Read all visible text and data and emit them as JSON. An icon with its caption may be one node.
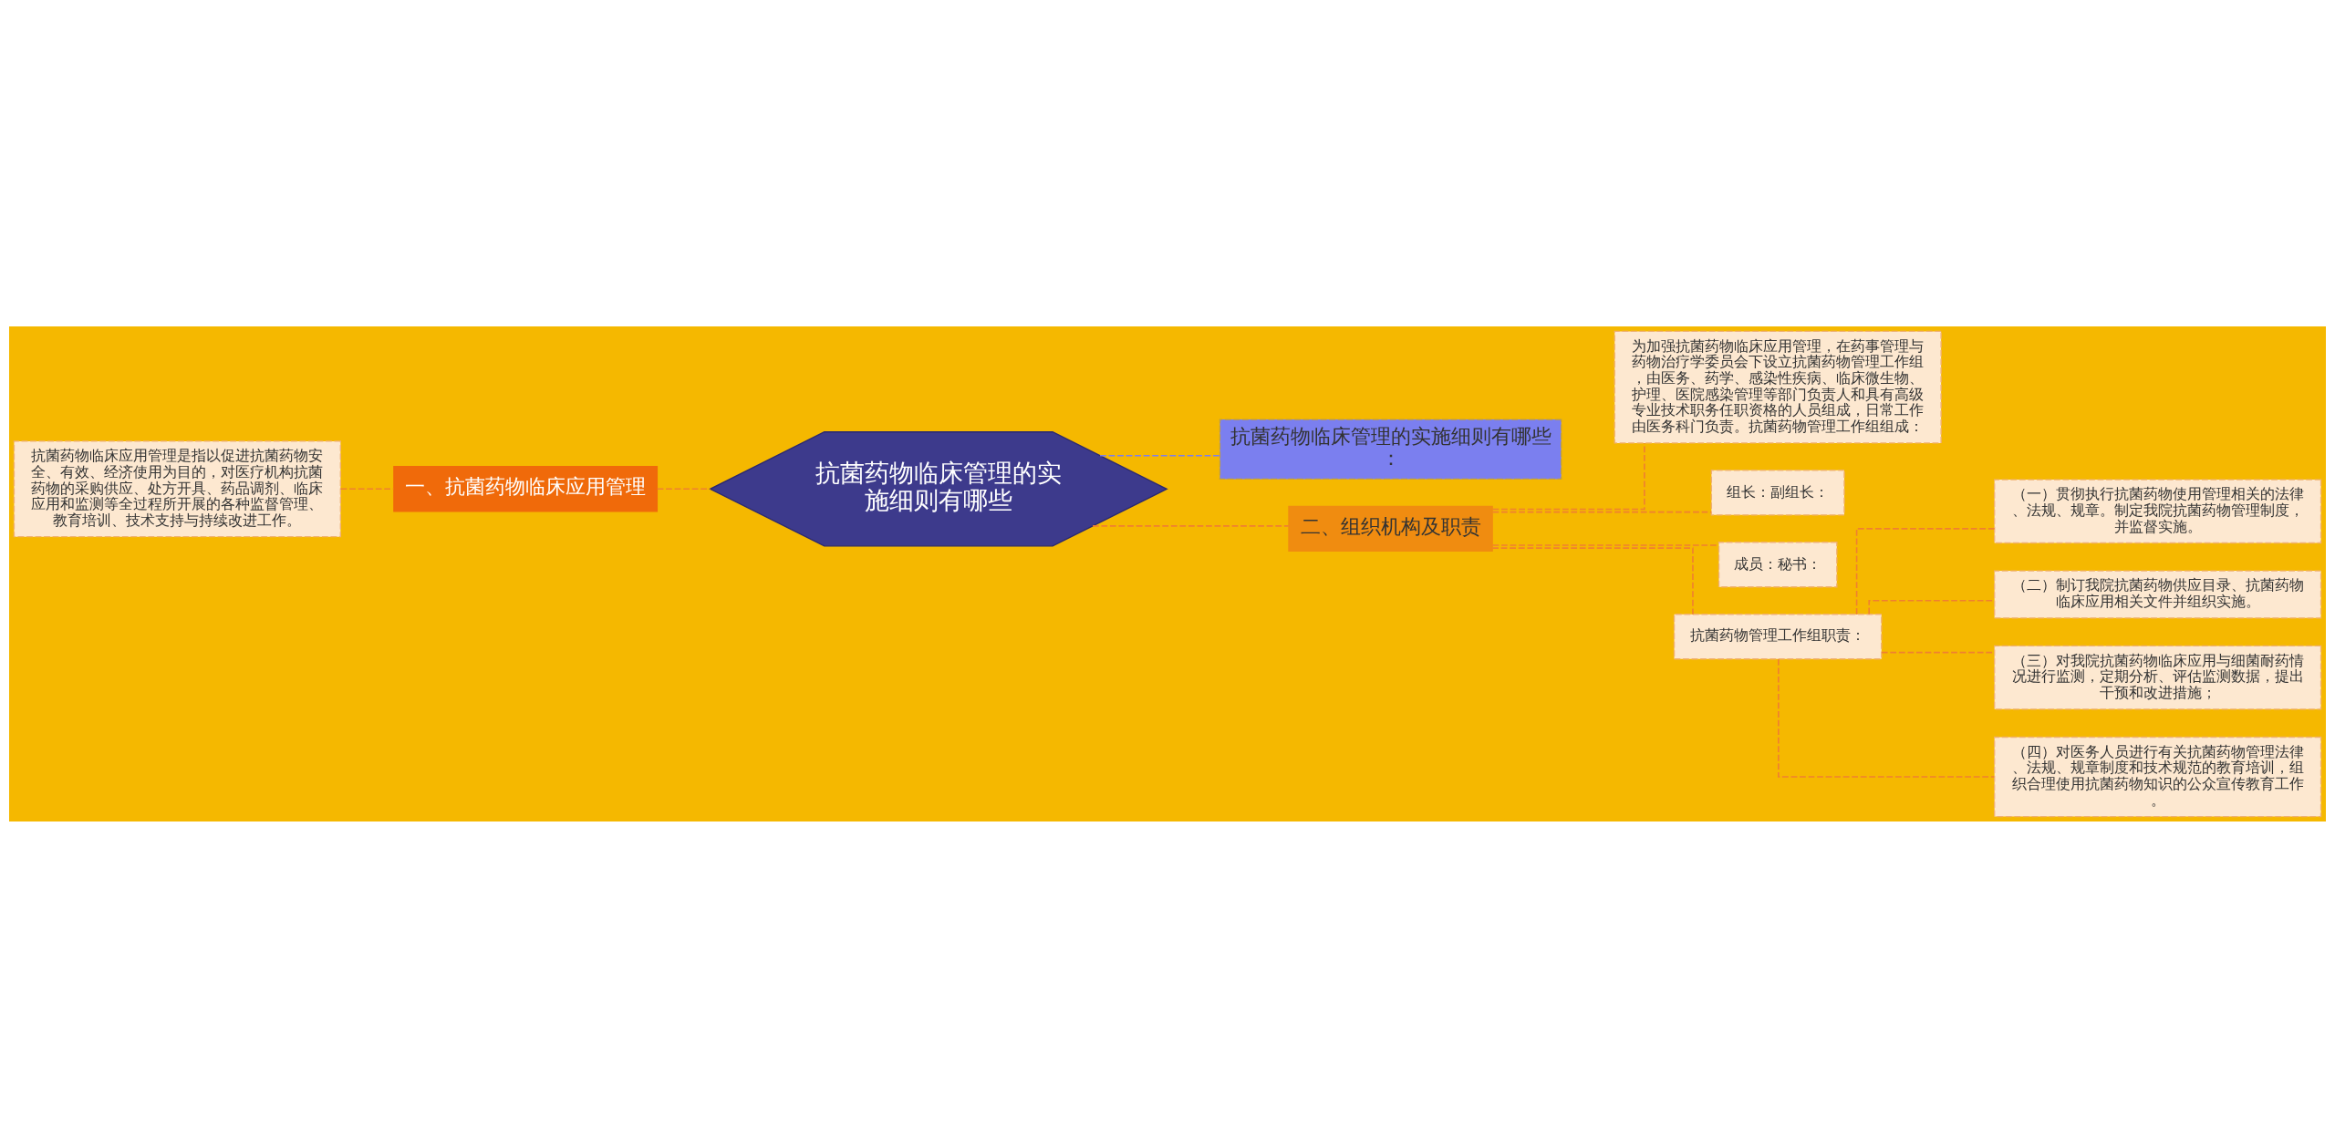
{
  "diagram": {
    "nodes": [
      {
        "text": [
          "抗菌药物临床管理的实施细则有哪些"
        ]
      },
      {
        "text": [
          "一、抗菌药物临床应用管理"
        ]
      },
      {
        "text": [
          "抗菌药物临床应用管理是指以促进抗菌药物安全、有效、经济使用为目的，对医疗机构抗菌药物的采购供应、处方开具、药品调剂、临床应用和监测等全过程所开展的各种监督管理、教育培训、技术支持与持续改进工作。"
        ]
      },
      {
        "text": [
          "抗菌药物临床管理的实施细则有哪些："
        ]
      },
      {
        "text": [
          "二、组织机构及职责"
        ]
      },
      {
        "text": [
          "为加强抗菌药物临床应用管理，在药事管理与药物治疗学委员会下设立抗菌药物管理工作组，由医务、药学、感染性疾病、临床微生物、护理、医院感染管理等部门负责人和具有高级专业技术职务任职资格的人员组成，日常工作由医务科门负责。抗菌药物管理工作组组成："
        ]
      },
      {
        "text": [
          "组长：副组长："
        ]
      },
      {
        "text": [
          "成员：秘书："
        ]
      },
      {
        "text": [
          "抗菌药物管理工作组职责："
        ]
      },
      {
        "text": [
          "（一）贯彻执行抗菌药物使用管理相关的法律、法规、规章。制定我院抗菌药物管理制度，并监督实施。"
        ]
      },
      {
        "text": [
          "（二）制订我院抗菌药物供应目录、抗菌药物临床应用相关文件并组织实施。"
        ]
      },
      {
        "text": [
          "（三）对我院抗菌药物临床应用与细菌耐药情况进行监测，定期分析、评估监测数据，提出干预和改进措施；"
        ]
      },
      {
        "text": [
          "（四）对医务人员进行有关抗菌药物管理法律、法规、规章制度和技术规范的教育培训，组织合理使用抗菌药物知识的公众宣传教育工作。"
        ]
      }
    ],
    "edges": [
      {
        "from": 0,
        "to": 1,
        "arrow": "none",
        "style": "dashed"
      },
      {
        "from": 1,
        "to": 2,
        "arrow": "none",
        "style": "dashed"
      },
      {
        "from": 0,
        "to": 3,
        "arrow": "none",
        "style": "dashed",
        "color": "#7b7fef"
      },
      {
        "from": 0,
        "to": 4,
        "arrow": "none",
        "style": "dashed"
      },
      {
        "from": 4,
        "to": 5,
        "arrow": "none",
        "style": "dashed"
      },
      {
        "from": 4,
        "to": 6,
        "arrow": "none",
        "style": "dashed"
      },
      {
        "from": 4,
        "to": 7,
        "arrow": "none",
        "style": "dashed"
      },
      {
        "from": 4,
        "to": 8,
        "arrow": "none",
        "style": "dashed"
      },
      {
        "from": 8,
        "to": 9,
        "arrow": "none",
        "style": "dashed"
      },
      {
        "from": 8,
        "to": 10,
        "arrow": "none",
        "style": "dashed"
      },
      {
        "from": 8,
        "to": 11,
        "arrow": "none",
        "style": "dashed"
      },
      {
        "from": 8,
        "to": 12,
        "arrow": "none",
        "style": "dashed"
      }
    ]
  }
}
